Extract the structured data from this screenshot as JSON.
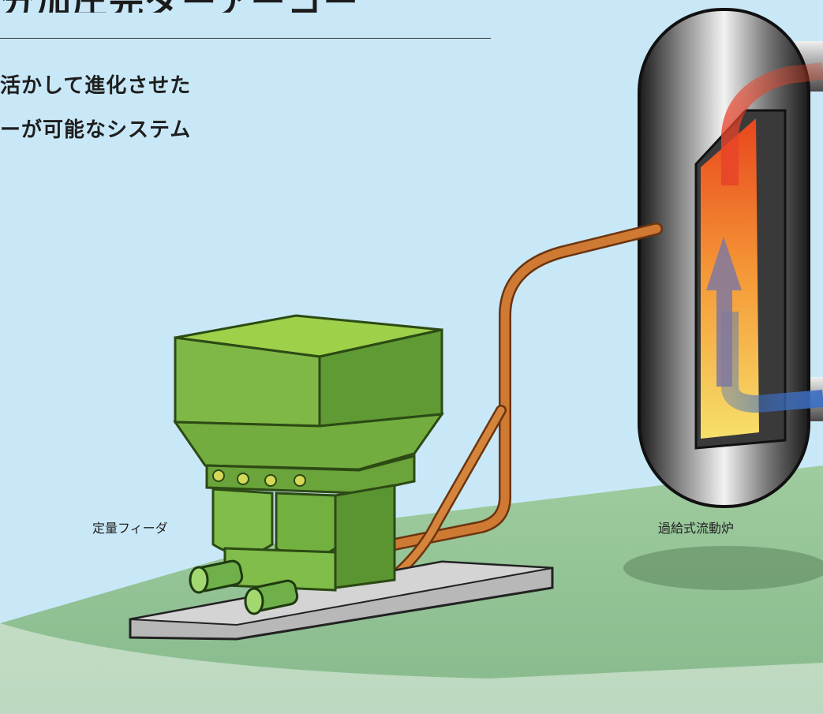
{
  "header": {
    "title_fragment": "分加圧完ダーアーコー",
    "line1": "活かして進化させた",
    "line2": "ーが可能なシステム"
  },
  "labels": {
    "feeder": "定量フィーダ",
    "furnace": "過給式流動炉"
  },
  "colors": {
    "sky": "#c9e8f7",
    "ground": "#9ccaa0",
    "feeder_green": "#7fbf3f",
    "pipe_orange": "#c8742c",
    "furnace_gray": "#6a6a6a"
  }
}
